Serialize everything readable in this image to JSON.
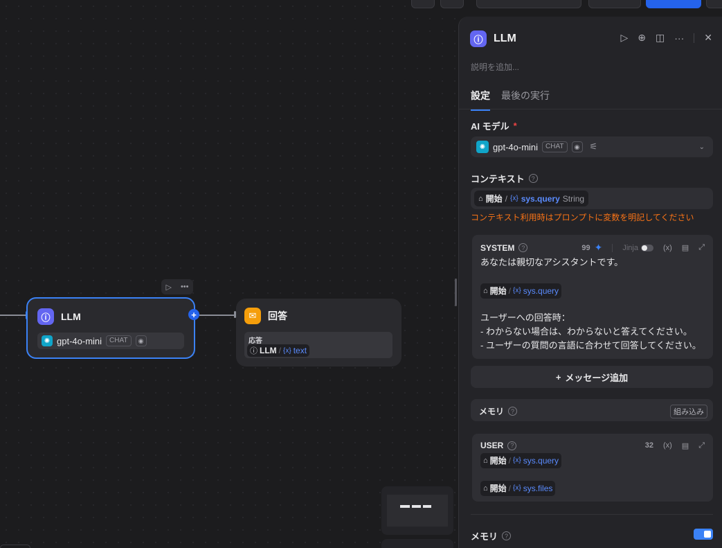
{
  "canvas": {
    "llm_node": {
      "title": "LLM",
      "model": "gpt-4o-mini",
      "mode_badge": "CHAT"
    },
    "answer_node": {
      "title": "回答",
      "field_label": "応答",
      "var_source": "LLM",
      "var_sep": "/",
      "var_name": "text"
    }
  },
  "panel": {
    "title": "LLM",
    "description_placeholder": "説明を追加...",
    "tabs": [
      {
        "label": "設定",
        "active": true
      },
      {
        "label": "最後の実行",
        "active": false
      }
    ],
    "model_section": {
      "label": "AI モデル",
      "required_mark": "*",
      "model": "gpt-4o-mini",
      "mode_badge": "CHAT"
    },
    "context_section": {
      "label": "コンテキスト",
      "var_source": "開始",
      "var_sep": "/",
      "var_name": "sys.query",
      "var_type": "String",
      "warning": "コンテキスト利用時はプロンプトに変数を明記してください"
    },
    "system_message": {
      "role": "SYSTEM",
      "count": "99",
      "jinja_label": "Jinja",
      "line1": "あなたは親切なアシスタントです。",
      "var_source": "開始",
      "var_sep": "/",
      "var_name": "sys.query",
      "line3": "ユーザーへの回答時：",
      "line4": "- わからない場合は、わからないと答えてください。",
      "line5": "- ユーザーの質問の言語に合わせて回答してください。"
    },
    "add_message": "メッセージ追加",
    "memory_row": {
      "label": "メモリ",
      "badge": "組み込み"
    },
    "user_message": {
      "role": "USER",
      "count": "32",
      "var1_source": "開始",
      "var1_name": "sys.query",
      "var2_source": "開始",
      "var2_name": "sys.files",
      "var_sep": "/"
    },
    "memory_section": {
      "label": "メモリ",
      "enabled": true
    }
  },
  "colors": {
    "accent": "#3b82f6",
    "llm_icon": "#6366f1",
    "answer_icon": "#f59e0b",
    "warning": "#f97316",
    "required": "#ef4444",
    "variable": "#5b8cff"
  }
}
